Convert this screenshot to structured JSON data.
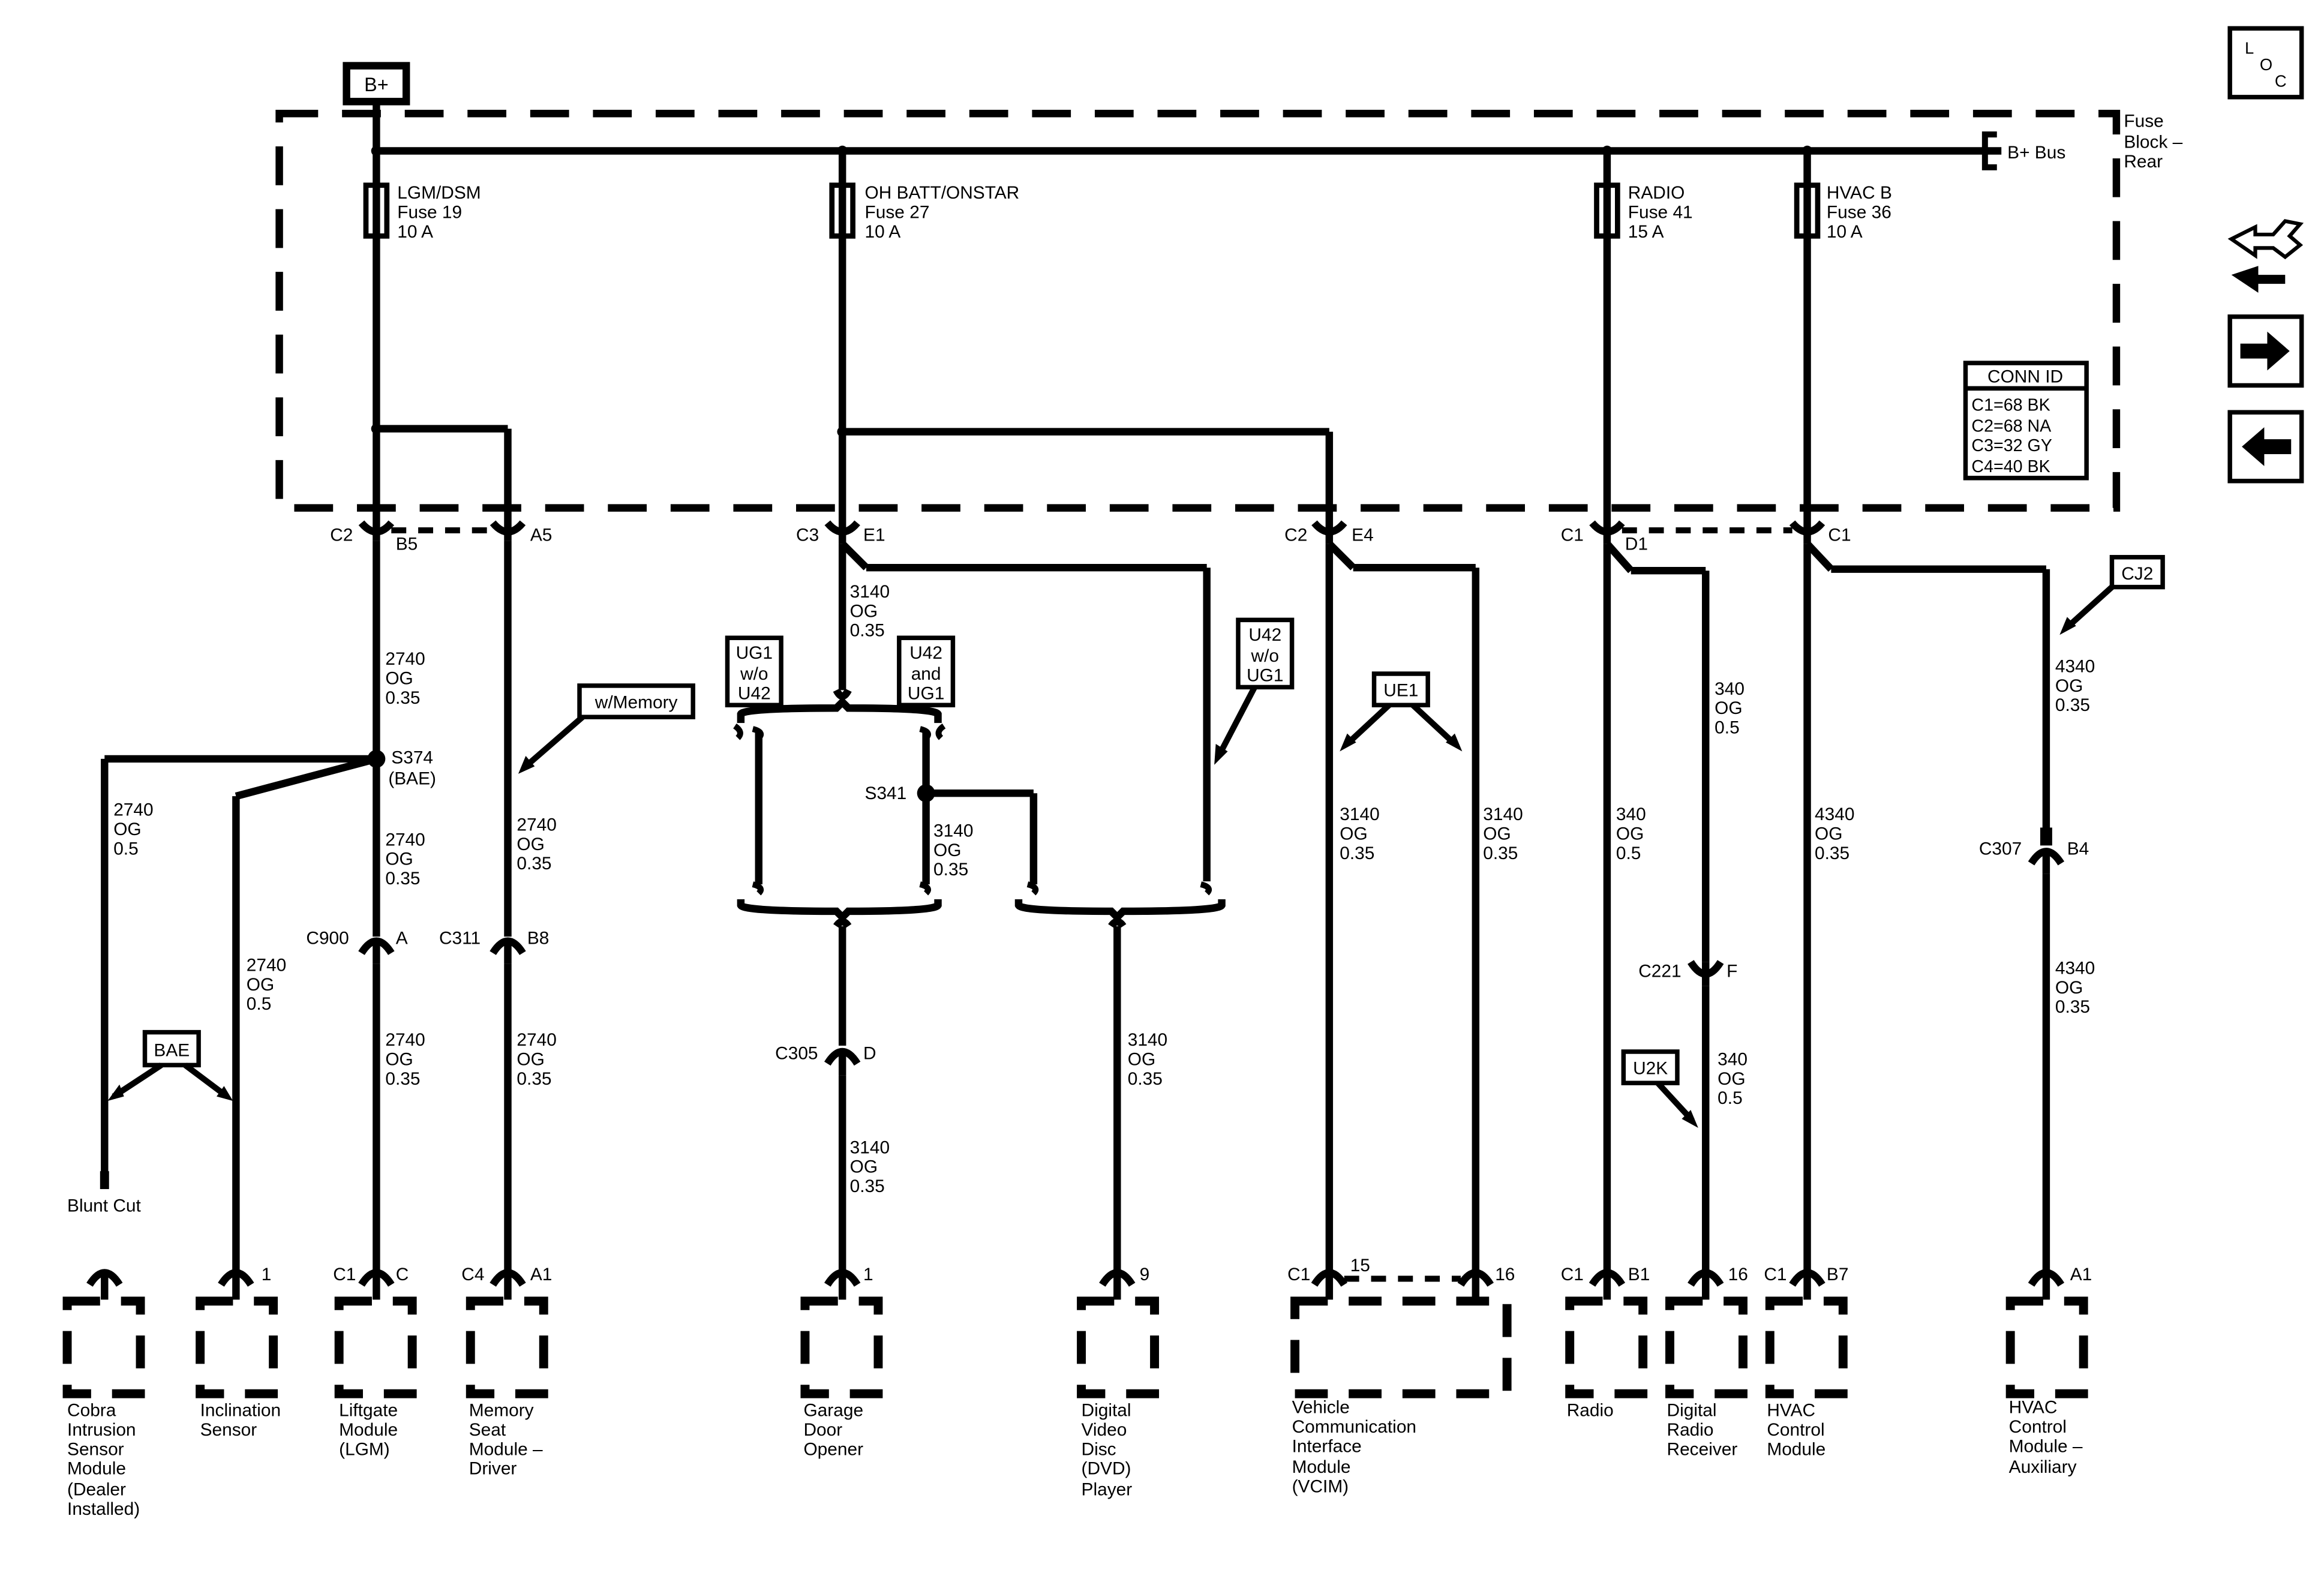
{
  "power": {
    "source": "B+",
    "bus": "B+ Bus"
  },
  "fuse_block": {
    "line1": "Fuse",
    "line2": "Block –",
    "line3": "Rear"
  },
  "fuses": [
    {
      "name": "LGM/DSM",
      "fuse": "Fuse 19",
      "rating": "10 A"
    },
    {
      "name": "OH BATT/ONSTAR",
      "fuse": "Fuse 27",
      "rating": "10 A"
    },
    {
      "name": "RADIO",
      "fuse": "Fuse 41",
      "rating": "15 A"
    },
    {
      "name": "HVAC B",
      "fuse": "Fuse 36",
      "rating": "10 A"
    }
  ],
  "conn_id": {
    "title": "CONN ID",
    "rows": [
      "C1=68 BK",
      "C2=68 NA",
      "C3=32 GY",
      "C4=40 BK"
    ]
  },
  "nav": {
    "loc_l": "L",
    "loc_o": "O",
    "loc_c": "C"
  },
  "connectors": {
    "c2": "C2",
    "b5": "B5",
    "a5": "A5",
    "c3": "C3",
    "e1": "E1",
    "c2b": "C2",
    "e4": "E4",
    "c1": "C1",
    "d1": "D1",
    "c1b": "C1",
    "c1c": "C1",
    "c900": "C900",
    "c900_pin": "A",
    "c311": "C311",
    "c311_pin": "B8",
    "c305": "C305",
    "c305_pin": "D",
    "c221": "C221",
    "c221_pin": "F",
    "c307": "C307",
    "c307_pin": "B4",
    "s374": "S374",
    "s374_sub": "(BAE)",
    "s341": "S341"
  },
  "wires": {
    "w2740_035": [
      "2740",
      "OG",
      "0.35"
    ],
    "w2740_05": [
      "2740",
      "OG",
      "0.5"
    ],
    "w3140_035": [
      "3140",
      "OG",
      "0.35"
    ],
    "w340_05": [
      "340",
      "OG",
      "0.5"
    ],
    "w4340_035": [
      "4340",
      "OG",
      "0.35"
    ]
  },
  "options": {
    "ug1_wo": [
      "UG1",
      "w/o",
      "U42"
    ],
    "u42_and": [
      "U42",
      "and",
      "UG1"
    ],
    "u42_wo": [
      "U42",
      "w/o",
      "UG1"
    ],
    "memory": "w/Memory",
    "bae": "BAE",
    "ue1": "UE1",
    "cj2": "CJ2",
    "u2k": "U2K"
  },
  "components": {
    "cobra": [
      "Cobra",
      "Intrusion",
      "Sensor",
      "Module",
      "(Dealer",
      "Installed)"
    ],
    "blunt_cut": "Blunt Cut",
    "inclination": [
      "Inclination",
      "Sensor"
    ],
    "inclination_pin": "1",
    "liftgate": [
      "Liftgate",
      "Module",
      "(LGM)"
    ],
    "liftgate_conn": "C1",
    "liftgate_pin": "C",
    "memory_seat": [
      "Memory",
      "Seat",
      "Module –",
      "Driver"
    ],
    "memory_seat_conn": "C4",
    "memory_seat_pin": "A1",
    "garage": [
      "Garage",
      "Door",
      "Opener"
    ],
    "garage_pin": "1",
    "dvd": [
      "Digital",
      "Video",
      "Disc",
      "(DVD)",
      "Player"
    ],
    "dvd_pin": "9",
    "vcim": [
      "Vehicle",
      "Communication",
      "Interface",
      "Module",
      "(VCIM)"
    ],
    "vcim_conn": "C1",
    "vcim_pin1": "15",
    "vcim_pin2": "16",
    "radio": [
      "Radio"
    ],
    "radio_conn": "C1",
    "radio_pin": "B1",
    "drr": [
      "Digital",
      "Radio",
      "Receiver"
    ],
    "drr_pin": "16",
    "hvac": [
      "HVAC",
      "Control",
      "Module"
    ],
    "hvac_conn": "C1",
    "hvac_pin": "B7",
    "hvac_aux": [
      "HVAC",
      "Control",
      "Module –",
      "Auxiliary"
    ],
    "hvac_aux_pin": "A1"
  }
}
